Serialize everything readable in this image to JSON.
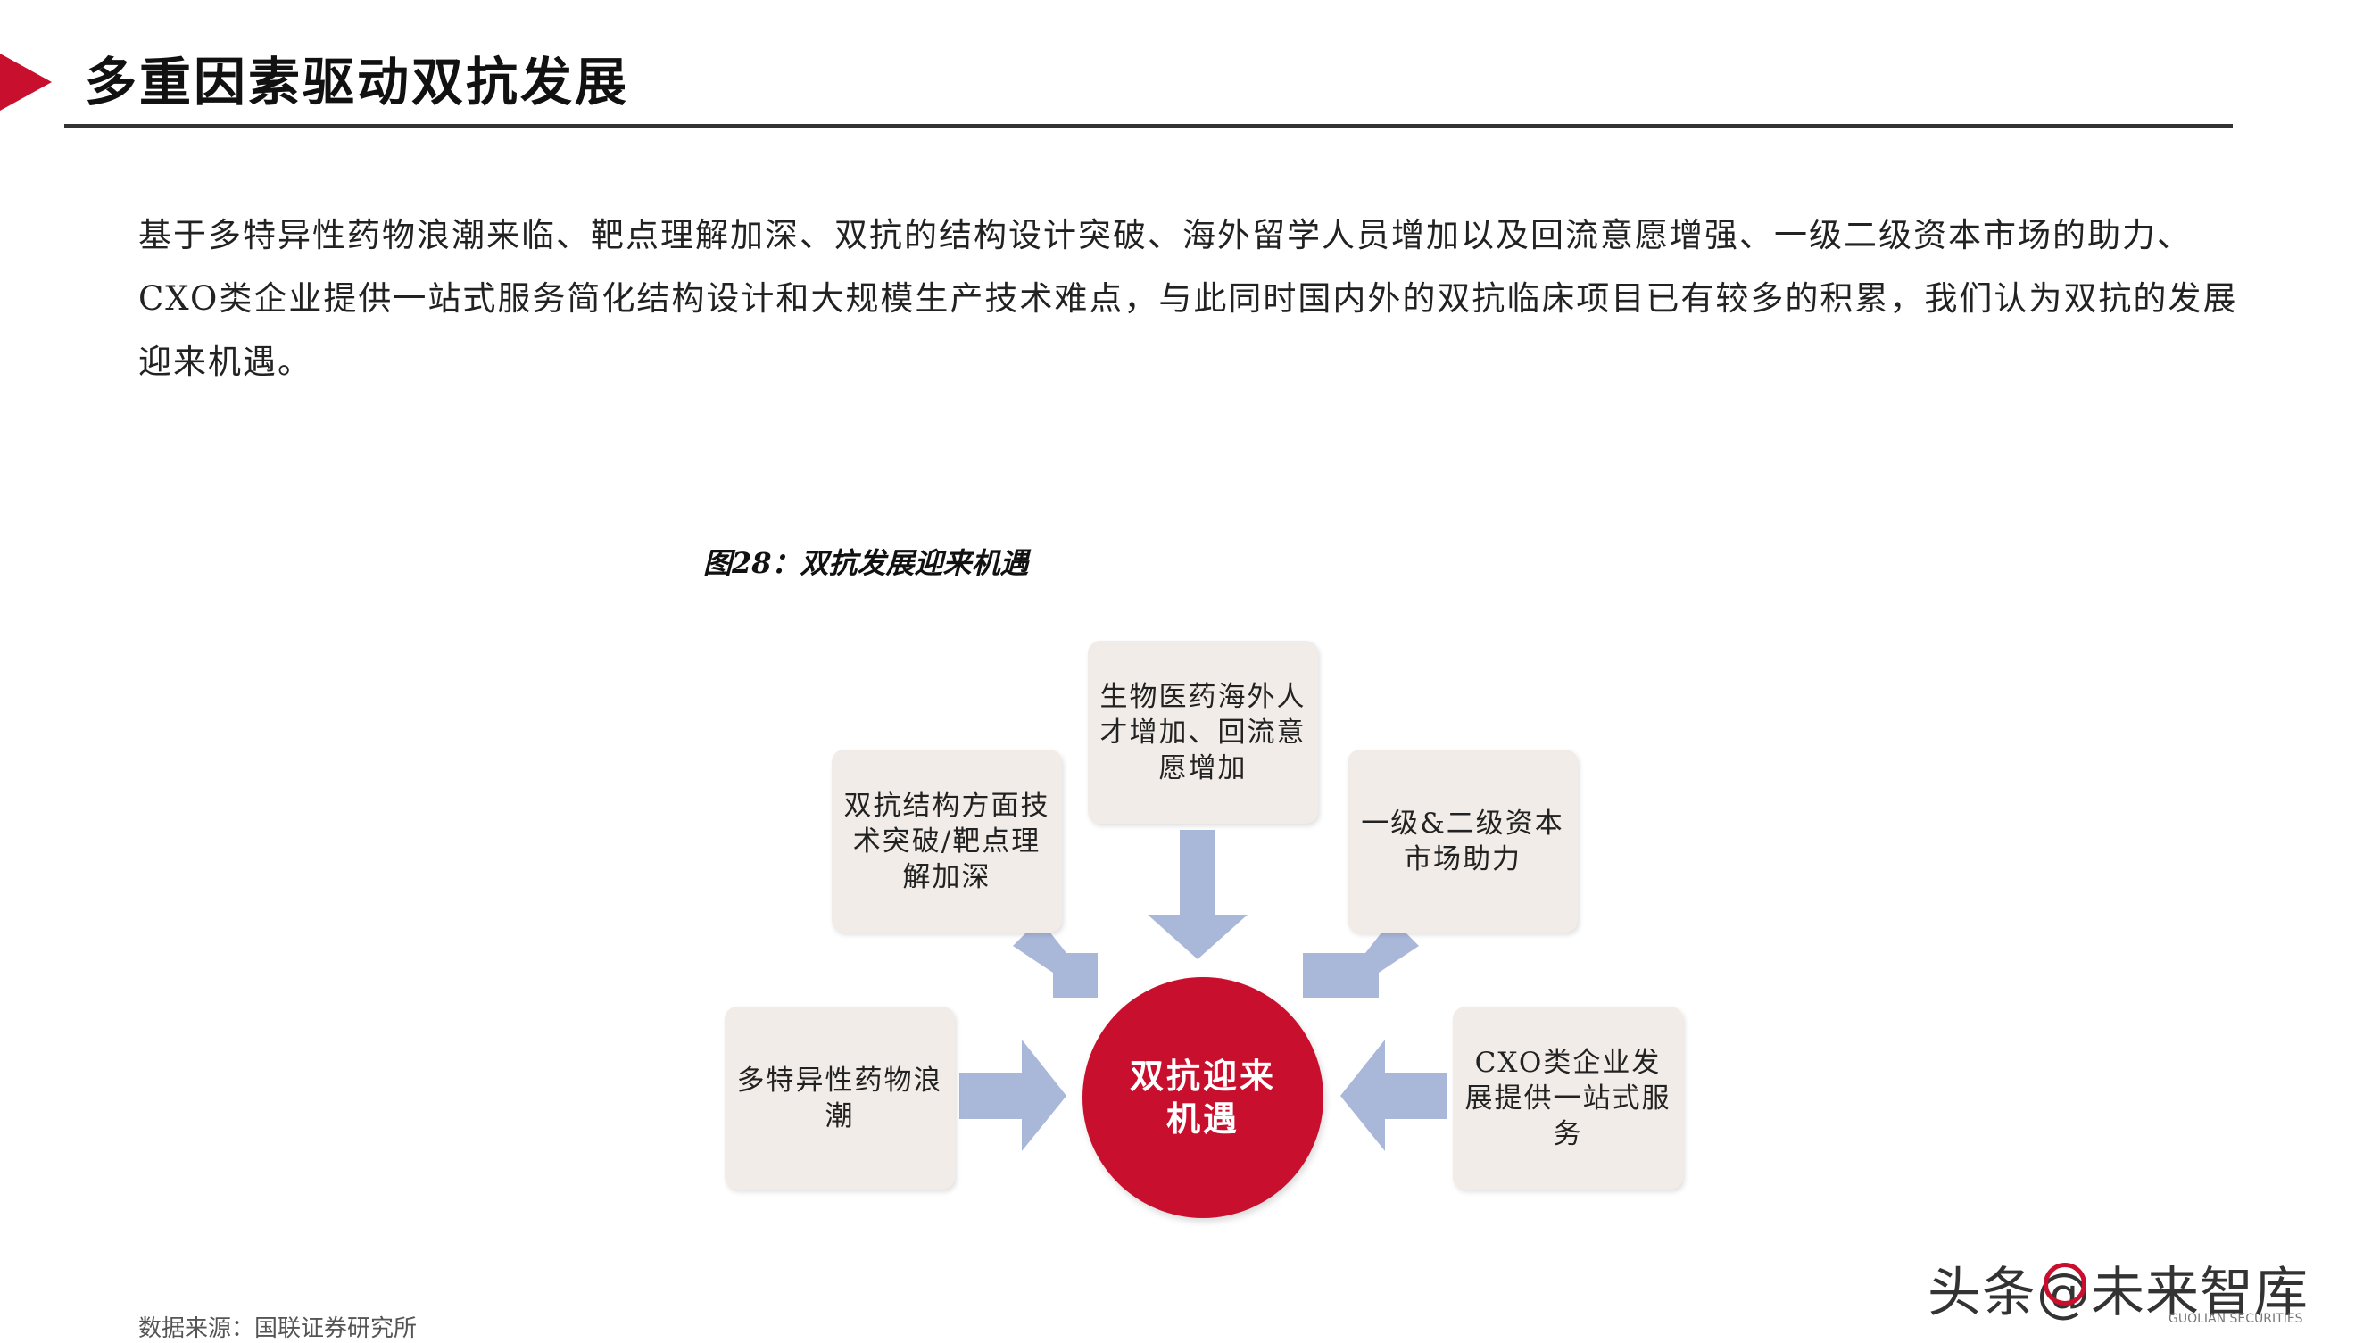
{
  "header": {
    "title": "多重因素驱动双抗发展"
  },
  "body": {
    "paragraph": "基于多特异性药物浪潮来临、靶点理解加深、双抗的结构设计突破、海外留学人员增加以及回流意愿增强、一级二级资本市场的助力、CXO类企业提供一站式服务简化结构设计和大规模生产技术难点，与此同时国内外的双抗临床项目已有较多的积累，我们认为双抗的发展迎来机遇。"
  },
  "figure": {
    "caption": "图28：双抗发展迎来机遇",
    "center": "双抗迎来机遇",
    "boxes": {
      "talent": "生物医药海外人才增加、回流意愿增加",
      "structure": "双抗结构方面技术突破/靶点理解加深",
      "capital": "一级&二级资本市场助力",
      "multispecific": "多特异性药物浪潮",
      "cxo": "CXO类企业发展提供一站式服务"
    },
    "colors": {
      "accent": "#c8102e",
      "box_fill": "#f1ece7",
      "arrow": "#a9b8d9"
    }
  },
  "footer": {
    "source": "数据来源：国联证券研究所",
    "watermark": "头条@未来智库",
    "watermark_sub": "GUOLIAN SECURITIES"
  }
}
